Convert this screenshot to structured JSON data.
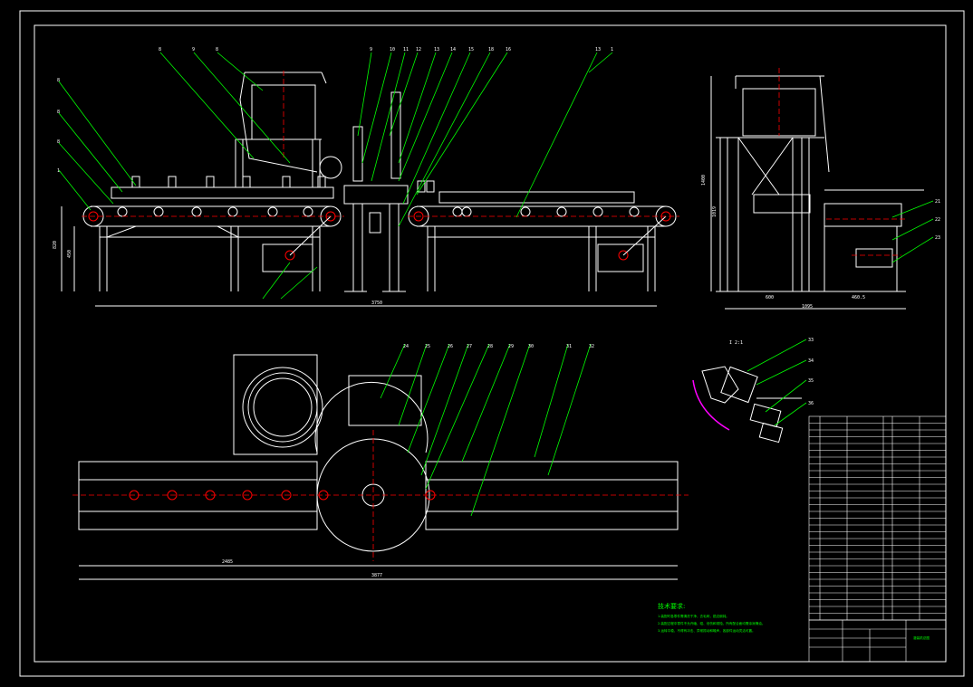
{
  "colors": {
    "background": "#000000",
    "line": "#ffffff",
    "leader": "#00ff00",
    "center": "#ff0000",
    "accent": "#ff00ff"
  },
  "front_view": {
    "dims": {
      "total_length": "3750",
      "height": "820",
      "leg_height": "450"
    },
    "labels": [
      "8",
      "9",
      "8",
      "8",
      "8",
      "8",
      "1",
      "9",
      "10",
      "11",
      "12",
      "13",
      "14",
      "15",
      "18",
      "16",
      "13",
      "1"
    ]
  },
  "side_view": {
    "dims": {
      "height_total": "1400",
      "height_upper": "1019",
      "width_a": "600",
      "width_b": "460.5",
      "width_total": "1095"
    },
    "labels": [
      "21",
      "22",
      "23"
    ]
  },
  "plan_view": {
    "dims": {
      "inner_length": "2485",
      "overall_length": "3877"
    },
    "labels": [
      "24",
      "25",
      "26",
      "27",
      "28",
      "29",
      "30",
      "31",
      "32"
    ]
  },
  "detail_view": {
    "tag": "I 2:1",
    "labels": [
      "33",
      "34",
      "35",
      "36"
    ]
  },
  "tech_notes": {
    "title": "技术要求:",
    "lines": [
      "1.装配时各零件需清洗干净，去毛刺，锐边倒钝。",
      "2.装配过程中零件不允许磕、碰、划伤和锈蚀，所有配合面均需涂润滑油。",
      "3.运转平稳，不得有冲击、异常振动和噪声，各部件运动灵活可靠。"
    ]
  },
  "title_block": {
    "drawing_title": "灌装机总图",
    "row_count": 30
  }
}
